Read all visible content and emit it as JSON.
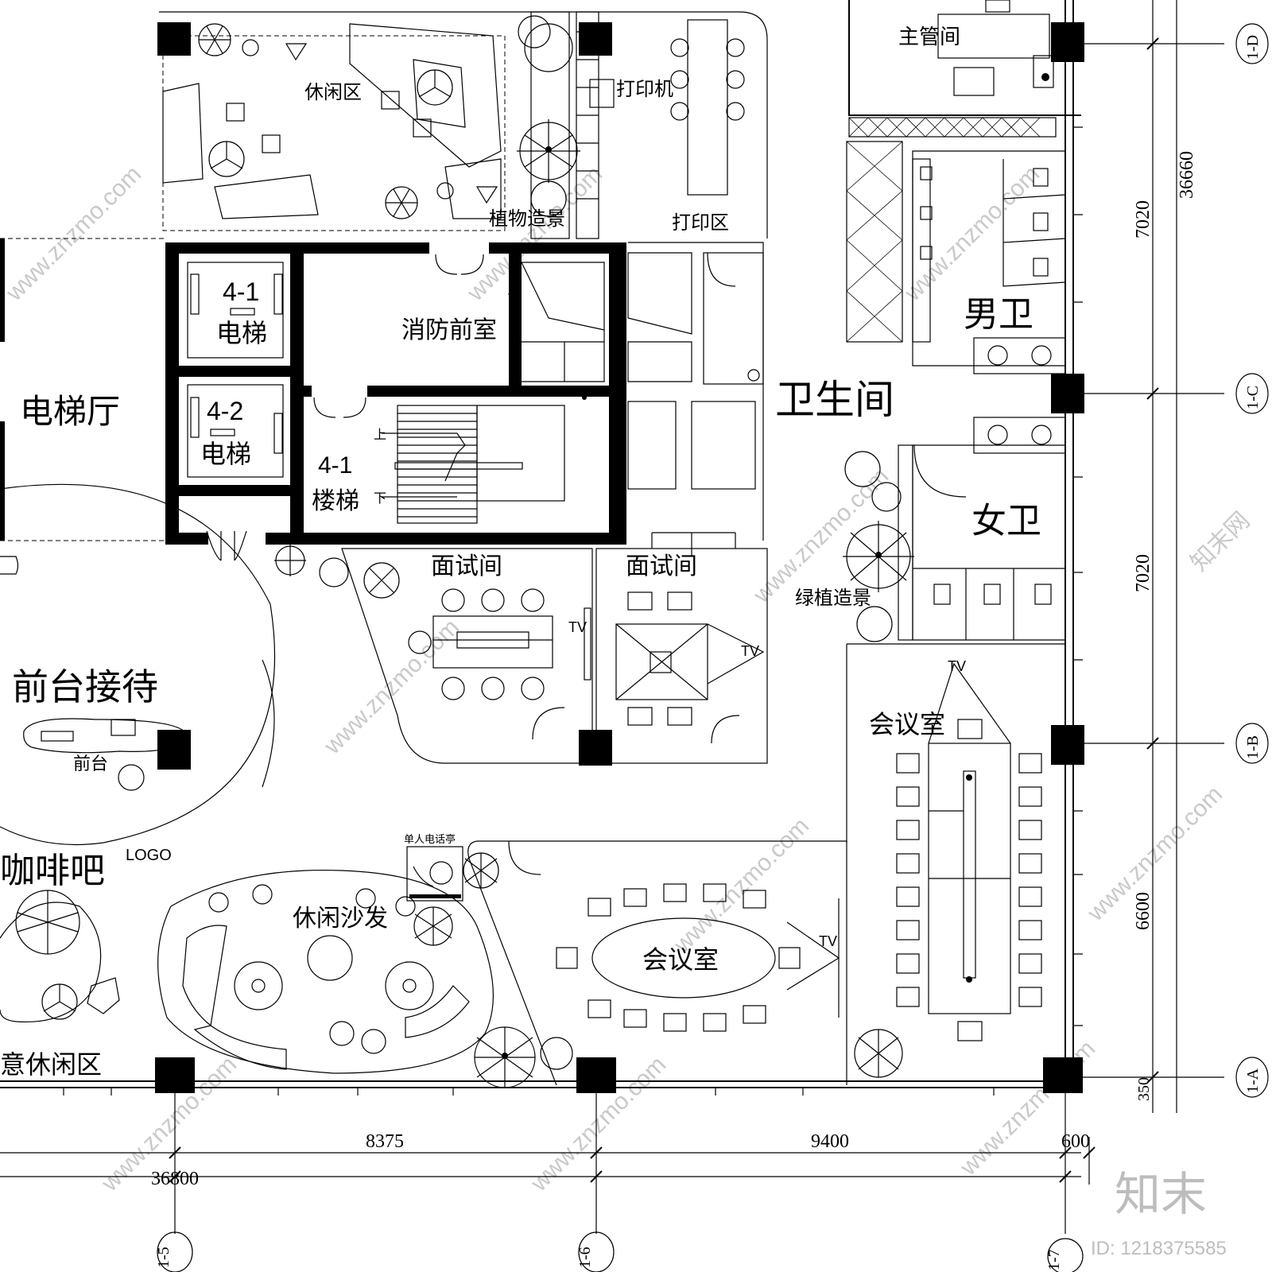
{
  "rooms": {
    "leisure_area": "休闲区",
    "printer": "打印机",
    "plant_feature_top": "植物造景",
    "print_area": "打印区",
    "manager_office": "主管间",
    "elevator_41_num": "4-1",
    "elevator_41_word": "电梯",
    "elevator_42_num": "4-2",
    "elevator_42_word": "电梯",
    "fire_lobby": "消防前室",
    "elevator_hall": "电梯厅",
    "stair_num": "4-1",
    "stair_word": "楼梯",
    "stair_up": "上",
    "stair_down": "下",
    "restroom": "卫生间",
    "mens_room": "男卫",
    "womens_room": "女卫",
    "interview_room_1": "面试间",
    "interview_room_2": "面试间",
    "green_feature": "绿植造景",
    "reception": "前台接待",
    "front_desk": "前台",
    "logo": "LOGO",
    "cafe": "咖啡吧",
    "casual_lounge": "意休闲区",
    "phone_booth": "单人电话亭",
    "lounge_sofa": "休闲沙发",
    "meeting_room_oval": "会议室",
    "meeting_room_large": "会议室",
    "tv_1": "TV",
    "tv_2": "TV",
    "tv_3": "TV",
    "tv_4": "TV"
  },
  "dimensions": {
    "bottom_segment_1": "8375",
    "bottom_segment_2": "9400",
    "bottom_segment_3": "600",
    "bottom_total": "36800",
    "right_segment_1": "7020",
    "right_segment_2": "7020",
    "right_segment_3": "6600",
    "right_segment_4": "350",
    "right_total": "36660"
  },
  "grid_axes": {
    "axis_1D": "1-D",
    "axis_1C": "1-C",
    "axis_1B": "1-B",
    "axis_1A": "1-A",
    "axis_15": "1-5",
    "axis_16": "1-6",
    "axis_17": "1-7"
  },
  "watermark": {
    "site": "www.znzmo.com",
    "brand": "知末网",
    "logo_text": "知末",
    "id_text": "ID: 1218375585"
  }
}
